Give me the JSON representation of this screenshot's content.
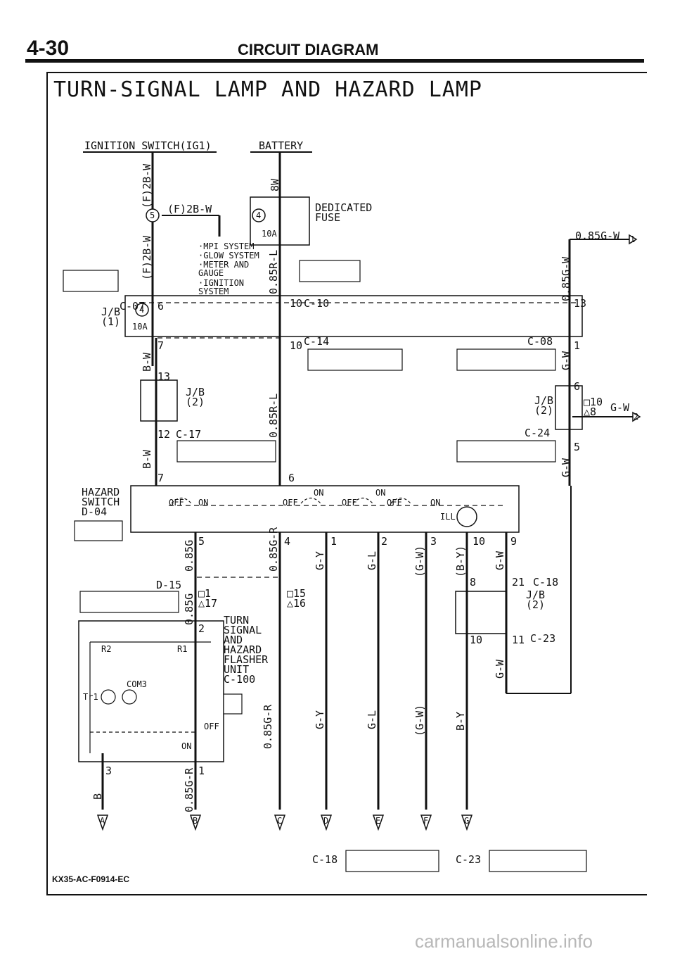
{
  "header": {
    "page_number": "4-30",
    "section_title": "CIRCUIT DIAGRAM"
  },
  "diagram_title": "TURN-SIGNAL LAMP AND HAZARD LAMP",
  "doc_number": "KX35-AC-F0914-EC",
  "watermark": "carmanualsonline.info",
  "sources": {
    "ignition": "IGNITION SWITCH(IG1)",
    "battery": "BATTERY"
  },
  "fuses": {
    "f5_number": "5",
    "f5_rating": "10A",
    "f5_feed": "(F)2B-W",
    "f4_number": "4",
    "f4_rating": "10A",
    "dedicated": "DEDICATED\nFUSE"
  },
  "fuse_loads": [
    "·MPI SYSTEM",
    "·GLOW SYSTEM",
    "·METER AND",
    " GAUGE",
    "·IGNITION",
    " SYSTEM"
  ],
  "junction_blocks": {
    "jb1": "J/B\n(1)",
    "jb2_left": "J/B\n(2)",
    "jb2_right": "J/B\n(2)",
    "jb2_bottom": "J/B\n(2)"
  },
  "hazard_switch": {
    "label": "HAZARD\nSWITCH\nD-04",
    "on": "ON",
    "off": "OFF",
    "ill": "ILL"
  },
  "flasher": {
    "label": "TURN\nSIGNAL\nAND\nHAZARD\nFLASHER\nUNIT\nC-100",
    "r1": "R1",
    "r2": "R2",
    "tr1": "Tr1",
    "comp": "COM3",
    "off": "OFF",
    "on": "ON"
  },
  "connectors": [
    "C-07",
    "C-10",
    "C-14",
    "C-08",
    "C-17",
    "C-24",
    "D-15",
    "C-18",
    "C-23"
  ],
  "pins": {
    "p6": "6",
    "p10": "10",
    "p13": "13",
    "p7": "7",
    "p1": "1",
    "p12": "12",
    "p5": "5",
    "p4": "4",
    "p2": "2",
    "p3": "3",
    "p9": "9",
    "p8": "8",
    "p21": "21",
    "p11": "11",
    "p15": "□15",
    "p16": "△16",
    "p1s": "□1",
    "p17": "△17",
    "p10s": "□10",
    "p8s": "△8"
  },
  "wires": {
    "w_f2bw": "(F)2B-W",
    "w_8w": "8W",
    "w_085rl": "0.85R-L",
    "w_085g": "0.85G",
    "w_085gr": "0.85G-R",
    "w_gy": "G-Y",
    "w_gl": "G-L",
    "w_gw_p": "(G-W)",
    "w_by_p": "(B-Y)",
    "w_gw": "G-W",
    "w_bw": "B-W",
    "w_085gw": "0.85G-W",
    "w_b": "B",
    "w_by": "B-Y"
  },
  "arrows": {
    "out1": "1",
    "out2": "2"
  },
  "terminals": [
    "A",
    "B",
    "C",
    "D",
    "E",
    "F",
    "G"
  ]
}
